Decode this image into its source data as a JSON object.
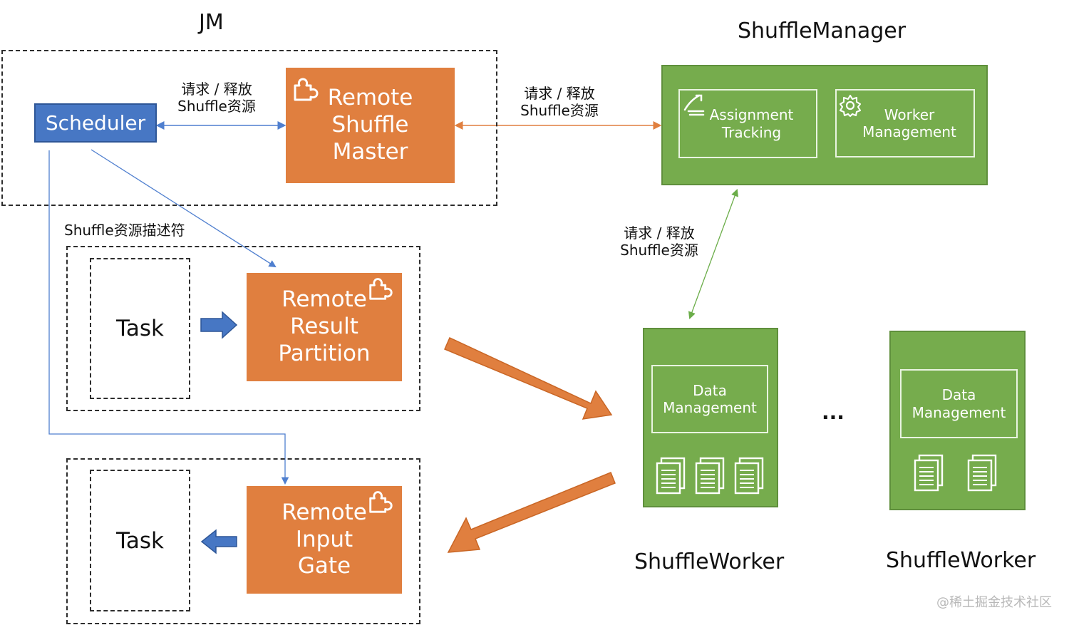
{
  "labels": {
    "jm": "JM",
    "shuffle_manager": "ShuffleManager",
    "shuffle_worker_1": "ShuffleWorker",
    "shuffle_worker_2": "ShuffleWorker",
    "ellipsis": "...",
    "watermark": "@稀土掘金技术社区"
  },
  "nodes": {
    "scheduler": "Scheduler",
    "remote_shuffle_master": "Remote\nShuffle\nMaster",
    "assignment_tracking": "Assignment\nTracking",
    "worker_management": "Worker\nManagement",
    "task_1": "Task",
    "remote_result_partition": "Remote\nResult\nPartition",
    "task_2": "Task",
    "remote_input_gate": "Remote\nInput\nGate",
    "data_management_1": "Data\nManagement",
    "data_management_2": "Data\nManagement"
  },
  "edges": {
    "scheduler_master": "请求 / 释放\nShuffle资源",
    "master_manager": "请求 / 释放\nShuffle资源",
    "descriptor": "Shuffle资源描述符",
    "manager_worker": "请求 / 释放\nShuffle资源"
  },
  "colors": {
    "orange": "#e07f3f",
    "green": "#76ac4d",
    "blue": "#4777c4",
    "line_blue": "#4f7fcf",
    "line_orange": "#e07f3f",
    "line_green": "#6bad49"
  },
  "icons": {
    "puzzle": "puzzle-icon",
    "document": "document-icon",
    "gear": "gear-icon",
    "edit_lines": "edit-lines-icon"
  }
}
